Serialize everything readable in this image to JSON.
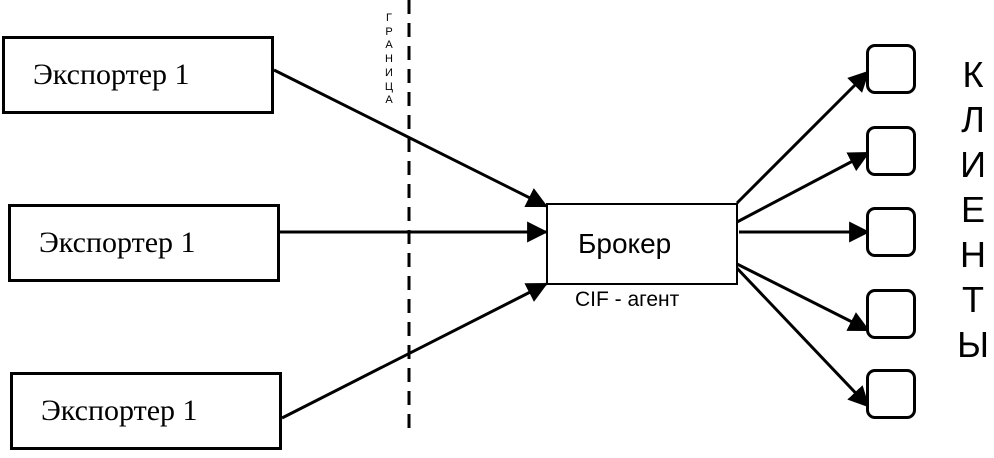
{
  "exporters": [
    {
      "label": "Экспортер 1"
    },
    {
      "label": "Экспортер 1"
    },
    {
      "label": "Экспортер 1"
    }
  ],
  "broker": {
    "label": "Брокер",
    "caption": "CIF - агент"
  },
  "border_label": [
    "Г",
    "Р",
    "А",
    "Н",
    "И",
    "Ц",
    "А"
  ],
  "clients_label": [
    "К",
    "Л",
    "И",
    "Е",
    "Н",
    "Т",
    "Ы"
  ],
  "colors": {
    "stroke": "#000000",
    "background": "#ffffff"
  }
}
